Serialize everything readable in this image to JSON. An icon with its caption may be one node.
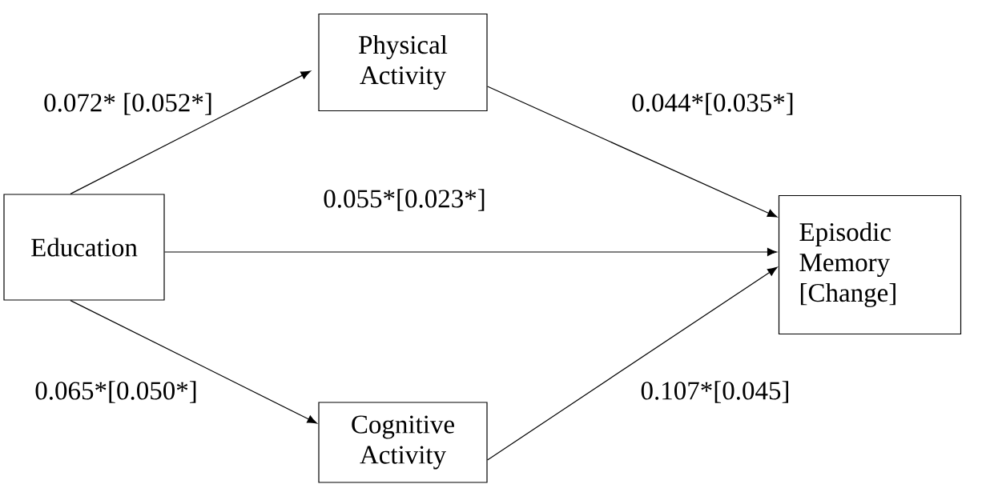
{
  "diagram": {
    "nodes": [
      {
        "text": [
          "Education"
        ]
      },
      {
        "text": [
          "Physical Activity"
        ]
      },
      {
        "text": [
          "Episodic Memory [Change]"
        ]
      },
      {
        "text": [
          "Cognitive Activity"
        ]
      }
    ],
    "edges": [
      {
        "from": 0,
        "to": 1,
        "arrow": "to",
        "label": "0.072* [0.052*]"
      },
      {
        "from": 1,
        "to": 2,
        "arrow": "to",
        "label": "0.044*[0.035*]"
      },
      {
        "from": 0,
        "to": 2,
        "arrow": "to",
        "label": "0.055*[0.023*]"
      },
      {
        "from": 0,
        "to": 3,
        "arrow": "to",
        "label": "0.065*[0.050*]"
      },
      {
        "from": 3,
        "to": 2,
        "arrow": "to",
        "label": "0.107*[0.045]"
      }
    ]
  }
}
